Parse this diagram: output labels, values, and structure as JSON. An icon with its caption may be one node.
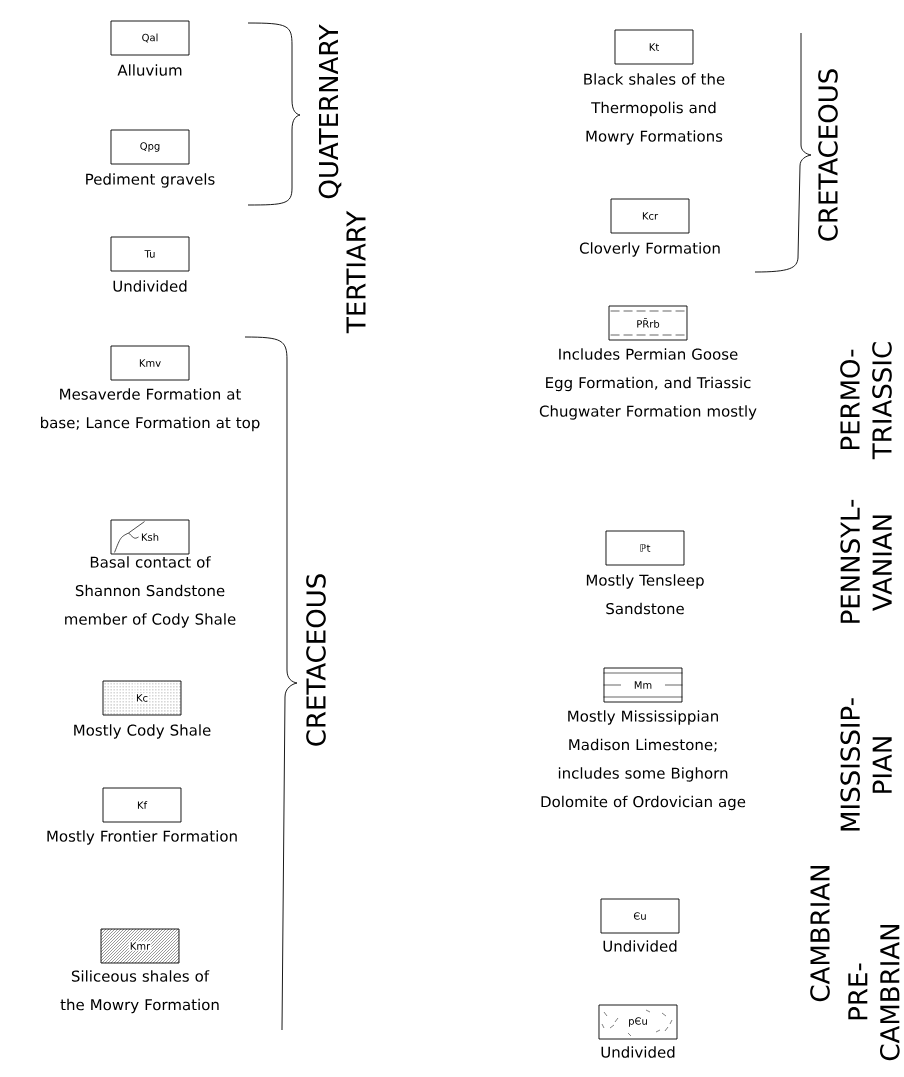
{
  "diagram": {
    "nodes": [
      {
        "text": [
          "Qal"
        ],
        "beside": [
          "Alluvium"
        ]
      },
      {
        "text": [
          "Qpg"
        ],
        "beside": [
          "Pediment gravels"
        ]
      },
      {
        "text": [
          "Tu"
        ],
        "beside": [
          "Undivided"
        ]
      },
      {
        "text": [
          "Kmv"
        ],
        "beside": [
          "Mesaverde Formation at base; Lance Formation at top"
        ]
      },
      {
        "text": [
          "Ksh"
        ],
        "beside": [
          "Basal contact of Shannon Sandstone member of Cody Shale"
        ]
      },
      {
        "text": [
          "Kc"
        ],
        "beside": [
          "Mostly Cody Shale"
        ]
      },
      {
        "text": [
          "Kf"
        ],
        "beside": [
          "Mostly Frontier Formation"
        ]
      },
      {
        "text": [
          "Kmr"
        ],
        "beside": [
          "Siliceous shales of the Mowry Formation"
        ]
      },
      {
        "text": [
          "Kt"
        ],
        "beside": [
          "Black shales of the Thermopolis and Mowry Formations"
        ]
      },
      {
        "text": [
          "Kcr"
        ],
        "beside": [
          "Cloverly Formation"
        ]
      },
      {
        "text": [
          "PR̄rb"
        ],
        "beside": [
          "Includes Permian Goose Egg Formation, and Triassic Chugwater Formation mostly"
        ]
      },
      {
        "text": [
          "ℙt"
        ],
        "beside": [
          "Mostly Tensleep Sandstone"
        ]
      },
      {
        "text": [
          "Mm"
        ],
        "beside": [
          "Mostly Mississippian Madison Limestone; includes some Bighorn Dolomite of Ordovician age"
        ]
      },
      {
        "text": [
          "Єu"
        ],
        "beside": [
          "Undivided"
        ]
      },
      {
        "text": [
          "pЄu"
        ],
        "beside": [
          "Undivided"
        ]
      }
    ],
    "labels": [
      "QUATERNARY",
      "TERTIARY",
      "CRETACEOUS",
      "CRETACEOUS",
      "PERMO- TRIASSIC",
      "PENNSYL- VANIAN",
      "MISSISSIP- PIAN",
      "CAMBRIAN",
      "PRE- CAMBRIAN"
    ]
  }
}
